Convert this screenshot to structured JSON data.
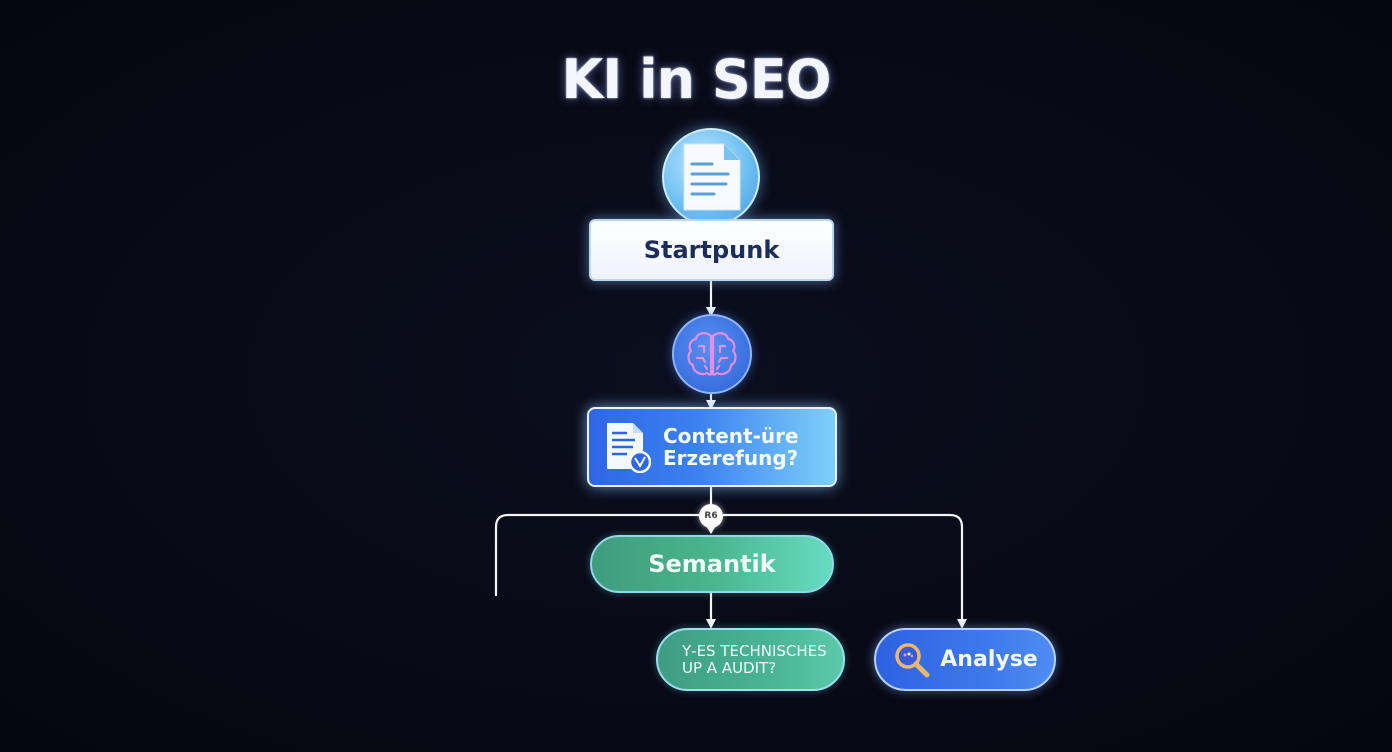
{
  "diagram": {
    "title": "KI in SEO",
    "colors": {
      "background": "#080a16",
      "connector": "#f2f4fa",
      "start_box": "#ffffff",
      "start_text": "#1b2d5c",
      "brain_circle": "#3b6fe0",
      "brain_outline": "#e58ee8",
      "content_box_start": "#2f66e6",
      "content_box_end": "#7fd0fb",
      "semantik_start": "#3f9c7c",
      "semantik_end": "#66dcc0",
      "analyse_fill": "#3d78ec",
      "magnifier": "#e8b870"
    },
    "nodes": {
      "doc_icon": {
        "icon": "document-icon"
      },
      "start": {
        "label": "Startpunk"
      },
      "brain": {
        "icon": "brain-icon"
      },
      "content": {
        "icon": "document-check-icon",
        "line1": "Content-üre",
        "line2": "Erzerefung?"
      },
      "branch_badge": {
        "label": "R6"
      },
      "semantik": {
        "label": "Semantik"
      },
      "technisch": {
        "line1": "Y‑ES  TECHNISCHES",
        "line2": "UP  A  AUDIT?"
      },
      "analyse": {
        "icon": "magnifier-icon",
        "label": "Analyse"
      }
    },
    "edges": [
      {
        "from": "start",
        "to": "brain"
      },
      {
        "from": "brain",
        "to": "content"
      },
      {
        "from": "content",
        "to": "branch_badge"
      },
      {
        "from": "branch_badge",
        "to": "semantik"
      },
      {
        "from": "branch_badge",
        "to": "left_branch_open"
      },
      {
        "from": "branch_badge",
        "to": "analyse"
      },
      {
        "from": "semantik",
        "to": "technisch"
      }
    ]
  }
}
